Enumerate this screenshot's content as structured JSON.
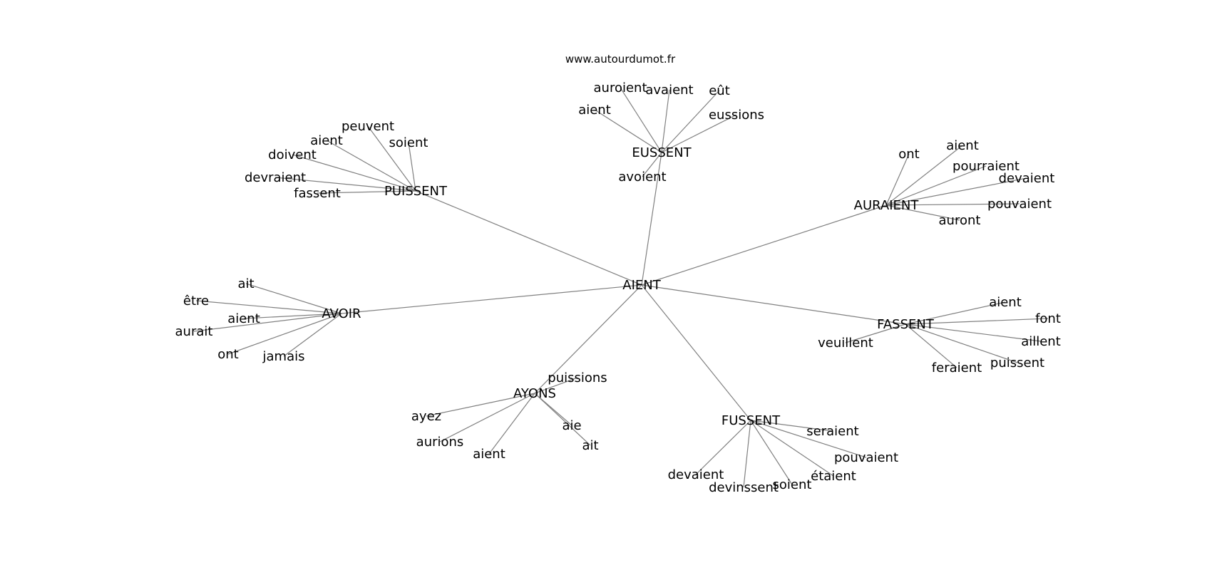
{
  "credit": "www.autourdumot.fr",
  "root": "AIENT",
  "clusters": [
    {
      "hub": "PUISSENT",
      "leaves": [
        "peuvent",
        "soient",
        "aient",
        "doivent",
        "devraient",
        "fassent"
      ]
    },
    {
      "hub": "EUSSENT",
      "leaves": [
        "auroient",
        "avaient",
        "eût",
        "aient",
        "eussions",
        "avoient"
      ]
    },
    {
      "hub": "AURAIENT",
      "leaves": [
        "ont",
        "aient",
        "pourraient",
        "devaient",
        "pouvaient",
        "auront"
      ]
    },
    {
      "hub": "AVOIR",
      "leaves": [
        "ait",
        "être",
        "aient",
        "aurait",
        "ont",
        "jamais"
      ]
    },
    {
      "hub": "FASSENT",
      "leaves": [
        "aient",
        "font",
        "veuillent",
        "aillent",
        "puissent",
        "feraient"
      ]
    },
    {
      "hub": "AYONS",
      "leaves": [
        "puissions",
        "ayez",
        "aie",
        "aurions",
        "aient",
        "ait"
      ]
    },
    {
      "hub": "FUSSENT",
      "leaves": [
        "seraient",
        "pouvaient",
        "étaient",
        "soient",
        "devinssent",
        "devaient"
      ]
    }
  ]
}
